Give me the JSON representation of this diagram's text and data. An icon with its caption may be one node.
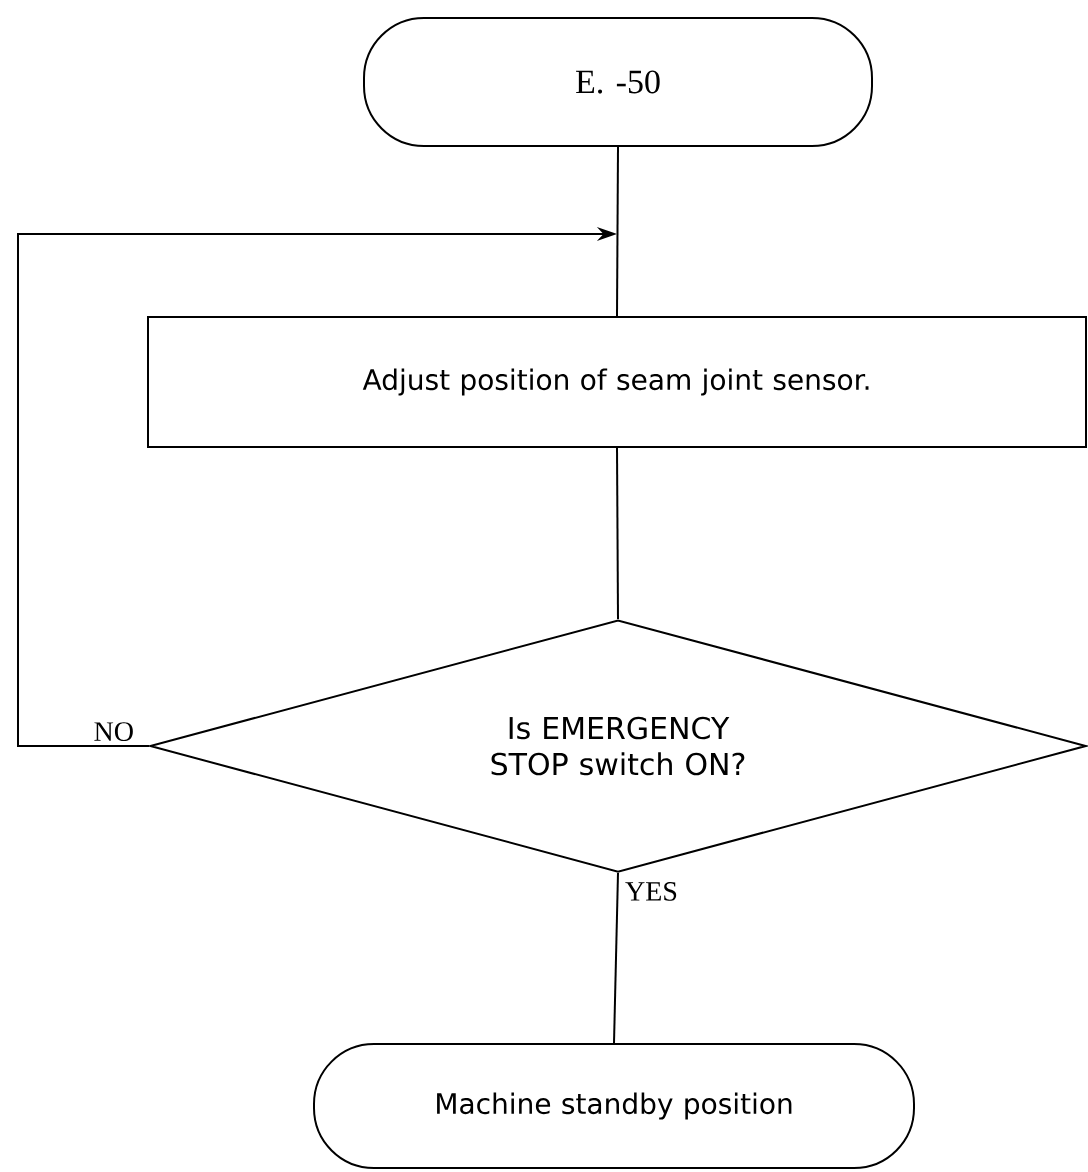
{
  "diagram": {
    "nodes": [
      {
        "text": [
          "E. -50"
        ]
      },
      {
        "text": [
          "Adjust position of seam joint sensor."
        ]
      },
      {
        "text": [
          "Is EMERGENCY STOP switch ON?"
        ]
      },
      {
        "text": [
          "Machine standby position"
        ]
      }
    ],
    "edges": [
      {
        "from": 0,
        "to": 1,
        "arrow": "none"
      },
      {
        "from": 2,
        "to": 1,
        "arrow": "to",
        "label": "NO"
      },
      {
        "from": 1,
        "to": 2,
        "arrow": "none"
      },
      {
        "from": 2,
        "to": 3,
        "arrow": "none",
        "label": "YES"
      }
    ]
  }
}
